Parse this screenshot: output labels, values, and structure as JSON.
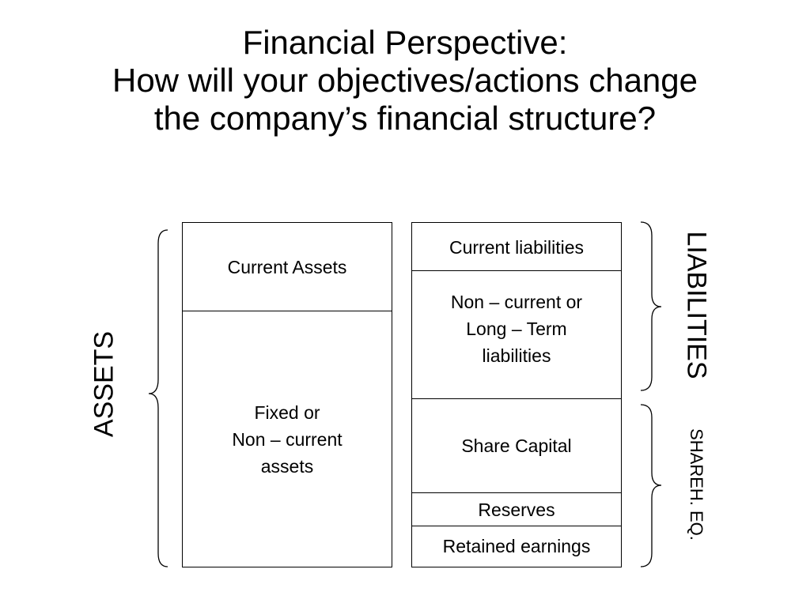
{
  "title": {
    "line1": "Financial Perspective:",
    "line2": "How will your objectives/actions change",
    "line3": "the company’s financial structure?"
  },
  "assets": {
    "group_label": "ASSETS",
    "current": "Current Assets",
    "fixed": "Fixed or\nNon – current\nassets"
  },
  "liabilities": {
    "group_label": "LIABILITIES",
    "current": "Current liabilities",
    "long_term": "Non – current or\nLong – Term\nliabilities"
  },
  "equity": {
    "group_label": "SHAREH. EQ.",
    "share_capital": "Share Capital",
    "reserves": "Reserves",
    "retained_earnings": "Retained earnings"
  }
}
